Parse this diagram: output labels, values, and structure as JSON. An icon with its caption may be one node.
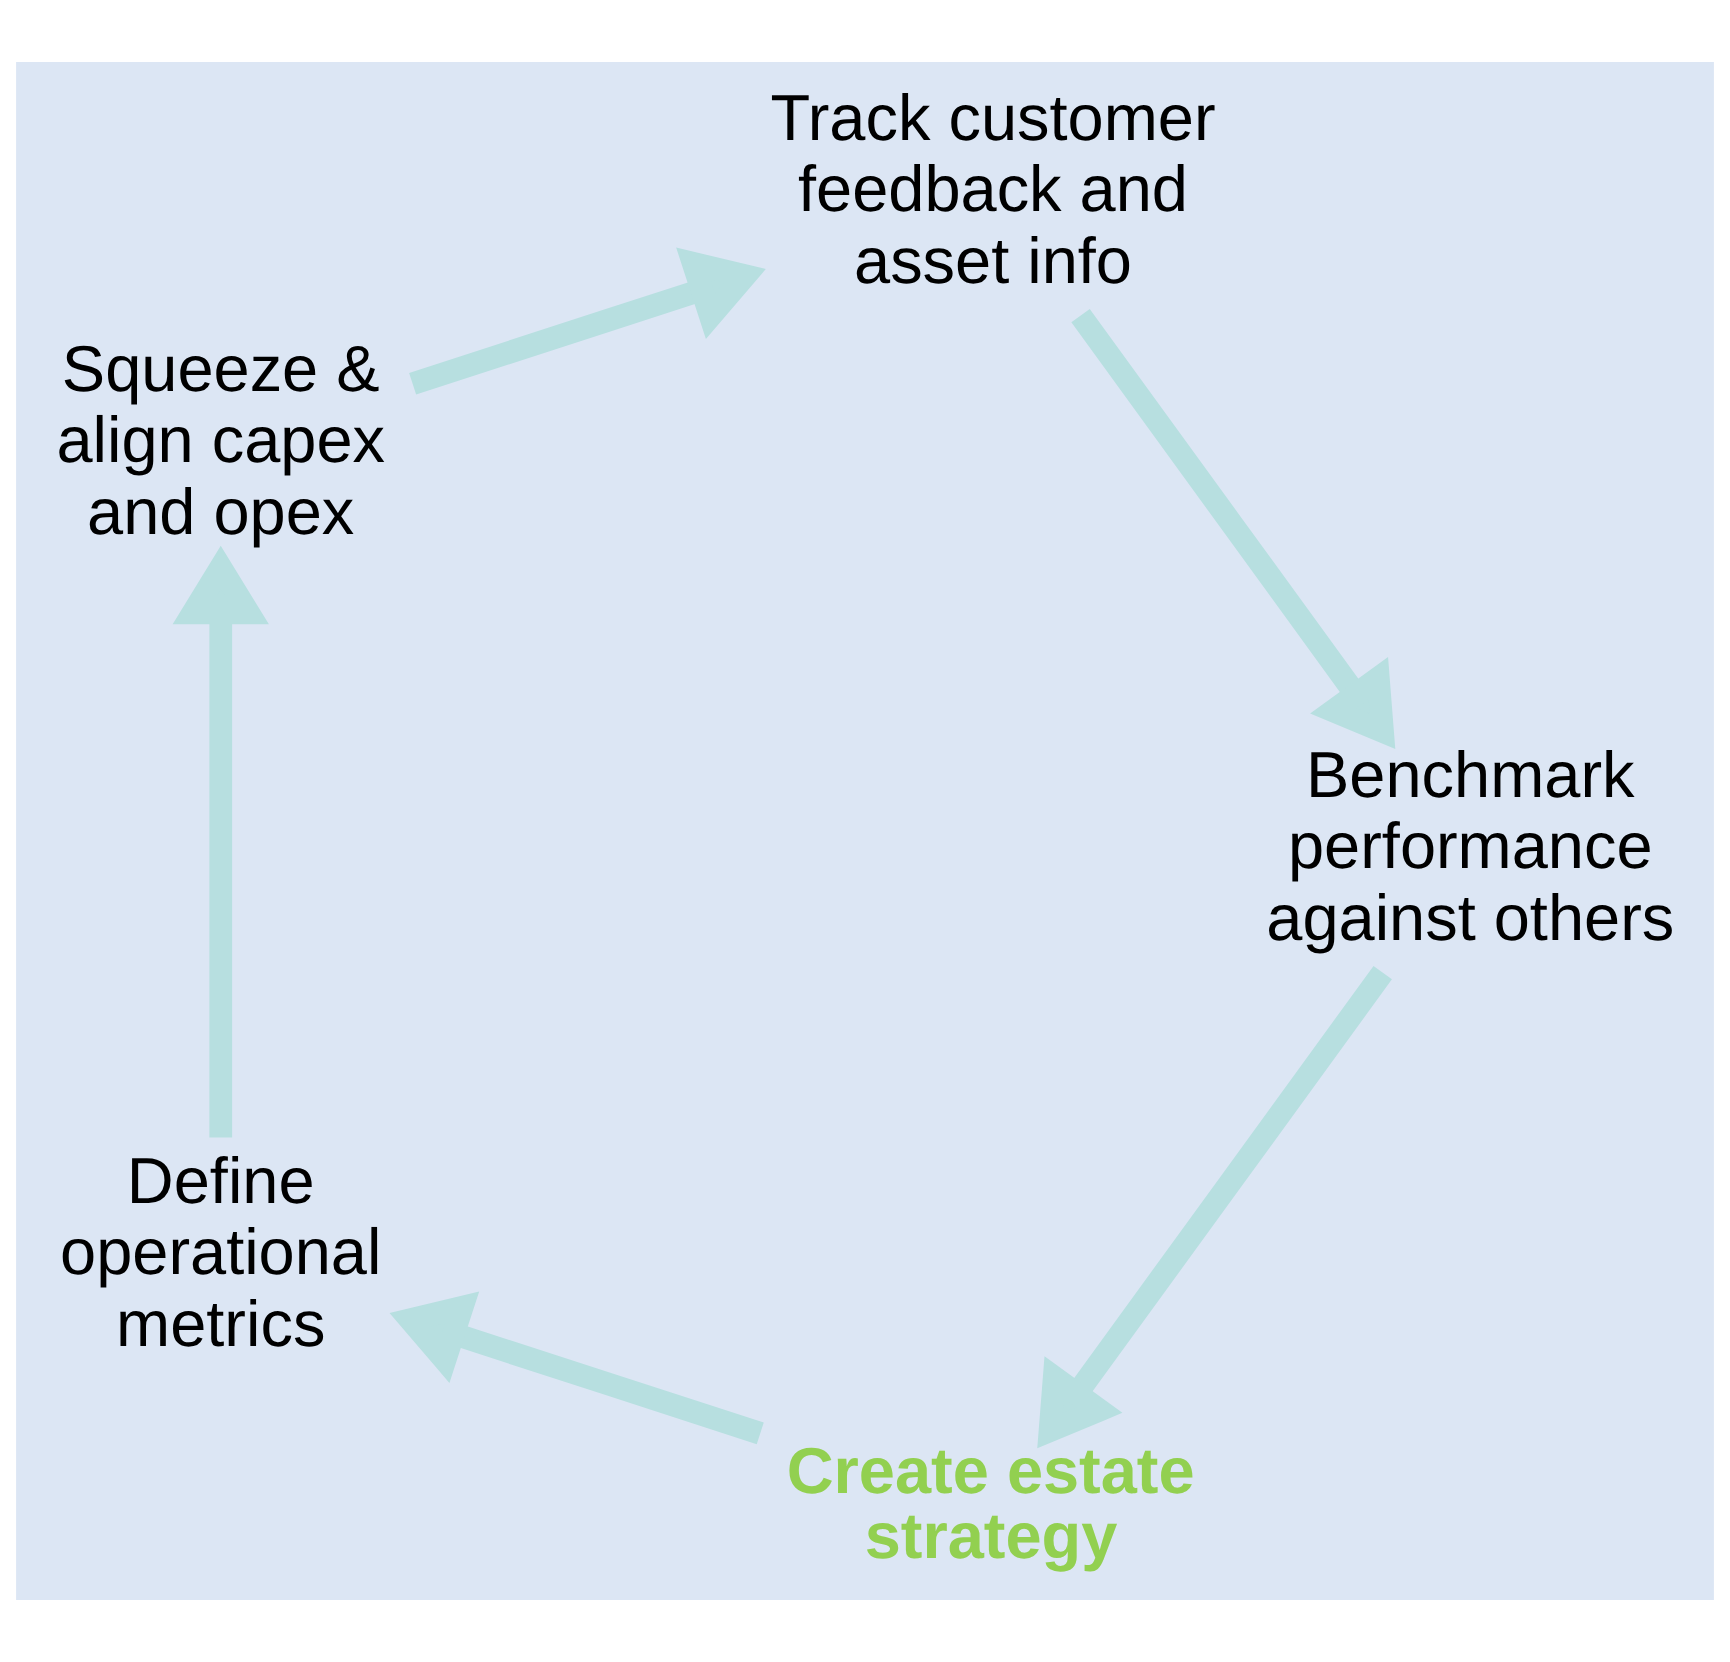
{
  "diagram": {
    "nodes": [
      {
        "text": [
          "Create estate strategy"
        ]
      },
      {
        "text": [
          "Define operational metrics"
        ]
      },
      {
        "text": [
          "Squeeze & align capex and opex"
        ]
      },
      {
        "text": [
          "Track customer feedback and asset info"
        ]
      },
      {
        "text": [
          "Benchmark performance against others"
        ]
      }
    ],
    "edges": [
      {
        "from": 0,
        "to": 1,
        "arrow": "to"
      },
      {
        "from": 1,
        "to": 2,
        "arrow": "to"
      },
      {
        "from": 2,
        "to": 3,
        "arrow": "to"
      },
      {
        "from": 3,
        "to": 4,
        "arrow": "to"
      },
      {
        "from": 4,
        "to": 0,
        "arrow": "to"
      }
    ]
  }
}
